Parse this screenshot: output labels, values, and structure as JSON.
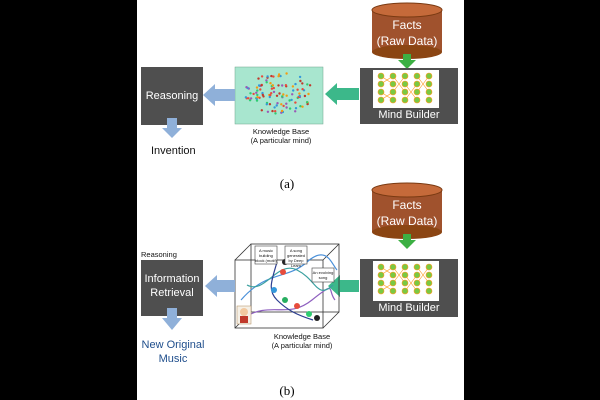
{
  "panel_a": {
    "facts_line1": "Facts",
    "facts_line2": "(Raw Data)",
    "mind_builder": "Mind Builder",
    "reasoning": "Reasoning",
    "knowledge_base_line1": "Knowledge Base",
    "knowledge_base_line2": "(A particular mind)",
    "output": "Invention",
    "caption": "(a)"
  },
  "panel_b": {
    "facts_line1": "Facts",
    "facts_line2": "(Raw Data)",
    "mind_builder": "Mind Builder",
    "reasoning_label": "Reasoning",
    "info_line1": "Information",
    "info_line2": "Retrieval",
    "knowledge_base_line1": "Knowledge Base",
    "knowledge_base_line2": "(A particular mind)",
    "output_line1": "New Original",
    "output_line2": "Music",
    "note1": "A music building block (motif)",
    "note2": "A song generated by Deep Learn",
    "note3": "An evolving song",
    "caption": "(b)"
  },
  "colors": {
    "dark_box": "#4f4f4f",
    "database": "#a0522d",
    "teal_arrow": "#3cb88a",
    "blue_arrow": "#8fb0d9",
    "green_arrow": "#3cb043",
    "kb_panel": "#a8e6cf",
    "music_text": "#1f4e8c"
  }
}
